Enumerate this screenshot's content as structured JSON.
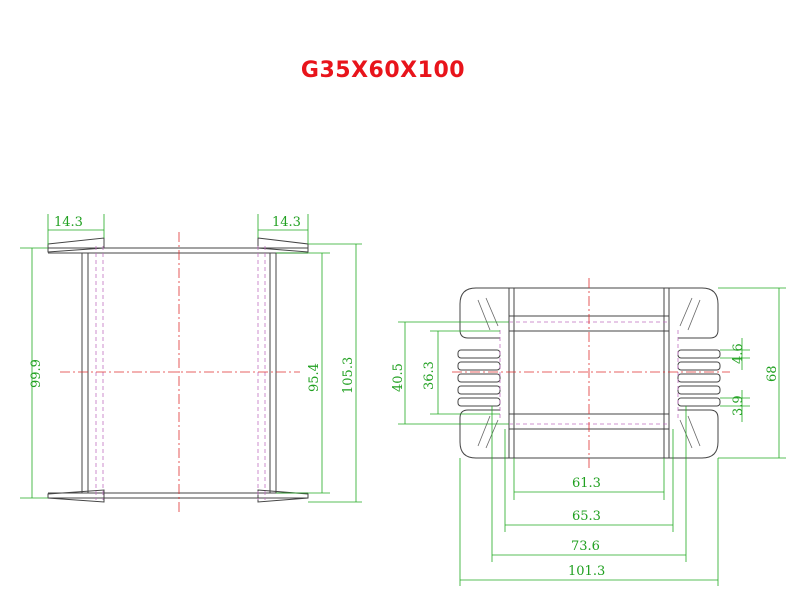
{
  "title": "G35X60X100",
  "side_view": {
    "top_left_width": "14.3",
    "top_right_width": "14.3",
    "height_outer": "99.9",
    "height_inner": "95.4",
    "height_total": "105.3"
  },
  "front_view": {
    "window_height_outer": "40.5",
    "window_height_inner": "36.3",
    "fin_pitch": "4.6",
    "fin_thickness": "3.9",
    "total_height": "68",
    "width_61": "61.3",
    "width_65": "65.3",
    "width_73": "73.6",
    "width_101": "101.3"
  },
  "colors": {
    "title": "#e8141b",
    "dimension": "#20a020",
    "centerline": "#e03030",
    "hidden_line": "#c070c0"
  }
}
